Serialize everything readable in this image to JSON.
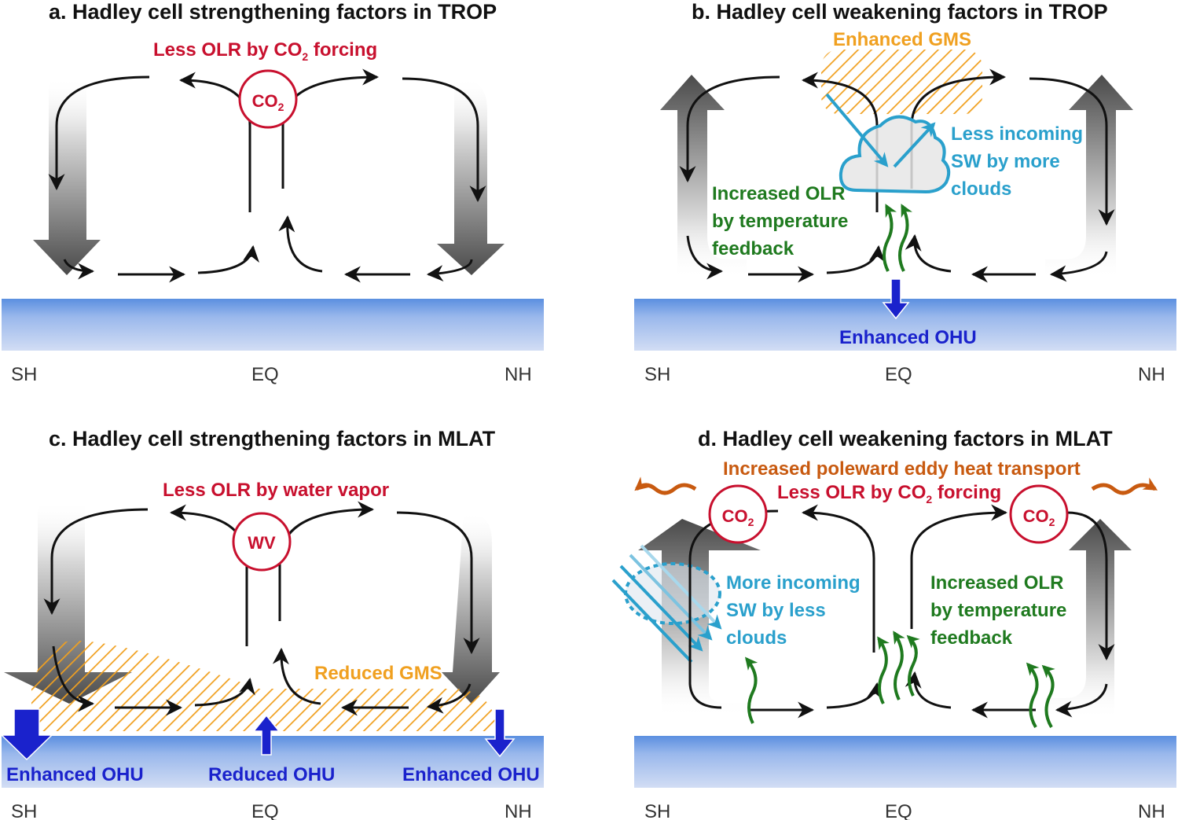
{
  "panels": {
    "a": {
      "title": "a. Hadley cell strengthening factors in TROP",
      "label_olr_prefix": "Less OLR by CO",
      "label_olr_sub": "2",
      "label_olr_suffix": " forcing",
      "circle_main": "CO",
      "circle_sub": "2",
      "sh": "SH",
      "eq": "EQ",
      "nh": "NH"
    },
    "b": {
      "title": "b. Hadley cell weakening factors in TROP",
      "gms": "Enhanced GMS",
      "sw_line1": "Less incoming",
      "sw_line2": "SW by more",
      "sw_line3": "clouds",
      "olr_line1": "Increased OLR",
      "olr_line2": "by temperature",
      "olr_line3": "feedback",
      "ohu": "Enhanced OHU",
      "sh": "SH",
      "eq": "EQ",
      "nh": "NH"
    },
    "c": {
      "title": "c. Hadley cell strengthening factors in MLAT",
      "label_olr": "Less OLR by water vapor",
      "circle": "WV",
      "gms": "Reduced GMS",
      "ohu_left": "Enhanced OHU",
      "ohu_mid": "Reduced OHU",
      "ohu_right": "Enhanced OHU",
      "sh": "SH",
      "eq": "EQ",
      "nh": "NH"
    },
    "d": {
      "title": "d. Hadley cell weakening factors in MLAT",
      "eddy": "Increased poleward eddy heat transport",
      "olr_prefix": "Less OLR by CO",
      "olr_sub": "2",
      "olr_suffix": " forcing",
      "circle_main": "CO",
      "circle_sub": "2",
      "sw_line1": "More incoming",
      "sw_line2": "SW by less",
      "sw_line3": "clouds",
      "olr_line1": "Increased OLR",
      "olr_line2": "by temperature",
      "olr_line3": "feedback",
      "sh": "SH",
      "eq": "EQ",
      "nh": "NH"
    }
  },
  "colors": {
    "title": "#111111",
    "red": "#c8102e",
    "green": "#1f7a1f",
    "cyan": "#2aa0cc",
    "blue": "#1a22cc",
    "orange": "#f0a020",
    "brown": "#c85a10",
    "ocean_top": "#5b8fe0",
    "ocean_bottom": "#c8d6f2"
  }
}
